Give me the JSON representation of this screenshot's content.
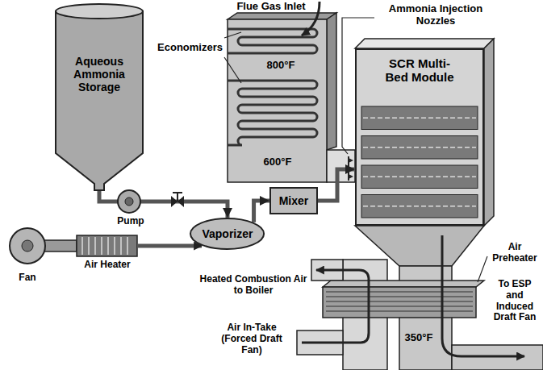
{
  "diagram": {
    "nodes": [
      {
        "text": [
          "Aqueous Ammonia Storage"
        ]
      },
      {
        "text": [
          "SCR Multi-Bed Module"
        ]
      },
      {
        "text": [
          "Mixer"
        ]
      },
      {
        "text": [
          "Vaporizer"
        ]
      }
    ],
    "edges": [
      {
        "from": 0,
        "to": 3,
        "arrow": "to"
      },
      {
        "from": 3,
        "to": 2,
        "arrow": "to"
      },
      {
        "from": 2,
        "to": 1,
        "arrow": "to"
      }
    ],
    "labels": [
      "Flue Gas Inlet",
      "Economizers",
      "800°F",
      "Ammonia Injection Nozzles",
      "600°F",
      "Pump",
      "Fan",
      "Air Heater",
      "Heated Combustion Air to Boiler",
      "Air Preheater",
      "To ESP and Induced Draft Fan",
      "Air In-Take (Forced Draft Fan)",
      "350°F"
    ]
  }
}
